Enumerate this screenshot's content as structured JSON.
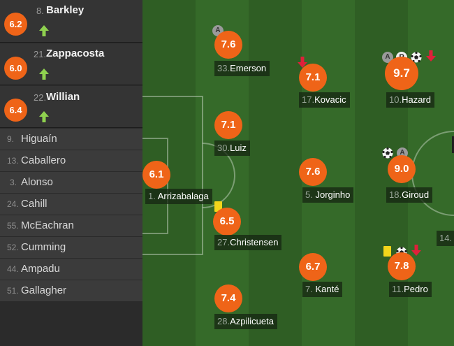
{
  "substitutes_on": [
    {
      "number": "8.",
      "name": "Barkley",
      "rating": "6.2",
      "arrow_icon": "sub-on-arrow-icon"
    },
    {
      "number": "21.",
      "name": "Zappacosta",
      "rating": "6.0",
      "arrow_icon": "sub-on-arrow-icon"
    },
    {
      "number": "22.",
      "name": "Willian",
      "rating": "6.4",
      "arrow_icon": "sub-on-arrow-icon"
    }
  ],
  "bench": [
    {
      "number": "9.",
      "name": "Higuaín"
    },
    {
      "number": "13.",
      "name": "Caballero"
    },
    {
      "number": "3.",
      "name": "Alonso"
    },
    {
      "number": "24.",
      "name": "Cahill"
    },
    {
      "number": "55.",
      "name": "McEachran"
    },
    {
      "number": "52.",
      "name": "Cumming"
    },
    {
      "number": "44.",
      "name": "Ampadu"
    },
    {
      "number": "51.",
      "name": "Gallagher"
    }
  ],
  "players": {
    "arrizabalaga": {
      "number": "1.",
      "name": "Arrizabalaga",
      "rating": "6.1"
    },
    "emerson": {
      "number": "33.",
      "name": "Emerson",
      "rating": "7.6"
    },
    "luiz": {
      "number": "30.",
      "name": "Luiz",
      "rating": "7.1"
    },
    "christensen": {
      "number": "27.",
      "name": "Christensen",
      "rating": "6.5"
    },
    "azpilicueta": {
      "number": "28.",
      "name": "Azpilicueta",
      "rating": "7.4"
    },
    "kovacic": {
      "number": "17.",
      "name": "Kovacic",
      "rating": "7.1"
    },
    "jorginho": {
      "number": "5.",
      "name": "Jorginho",
      "rating": "7.6"
    },
    "kante": {
      "number": "7.",
      "name": "Kanté",
      "rating": "6.7"
    },
    "hazard": {
      "number": "10.",
      "name": "Hazard",
      "rating": "9.7"
    },
    "giroud": {
      "number": "18.",
      "name": "Giroud",
      "rating": "9.0"
    },
    "pedro": {
      "number": "11.",
      "name": "Pedro",
      "rating": "7.8"
    }
  },
  "partial_label": "14.",
  "event_glyphs": {
    "assist": "A",
    "penalty": "P"
  },
  "colors": {
    "rating": "#ef6418",
    "sub_on": "#8fd14f",
    "sub_off": "#e0203a",
    "yellow_card": "#f2d51b"
  }
}
